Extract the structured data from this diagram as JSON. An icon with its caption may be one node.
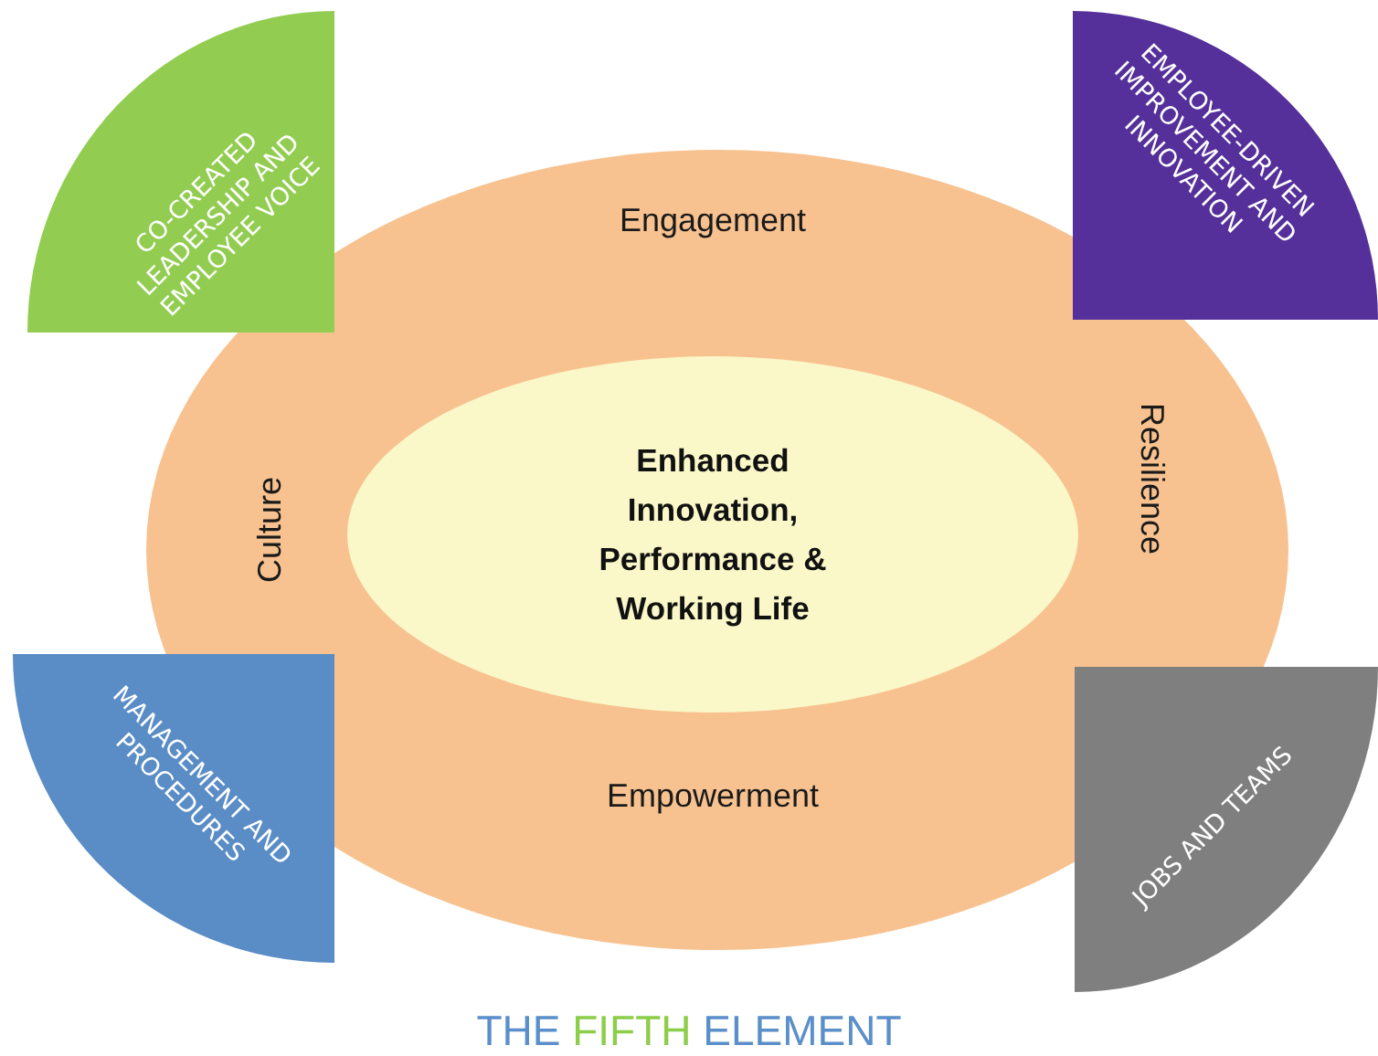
{
  "diagram": {
    "title": "THE FIFTH ELEMENT",
    "nodes": [
      {
        "text": [
          "CO-CREATED LEADERSHIP AND EMPLOYEE VOICE"
        ]
      },
      {
        "text": [
          "EMPLOYEE-DRIVEN IMPROVEMENT AND INNOVATION"
        ]
      },
      {
        "text": [
          "Engagement",
          "Culture",
          "Resilience",
          "Empowerment"
        ]
      },
      {
        "text": [
          "Enhanced Innovation, Performance & Working Life"
        ],
        "in": 2
      },
      {
        "text": [
          "MANAGEMENT AND PROCEDURES"
        ]
      },
      {
        "text": [
          "JOBS AND TEAMS"
        ]
      }
    ]
  }
}
